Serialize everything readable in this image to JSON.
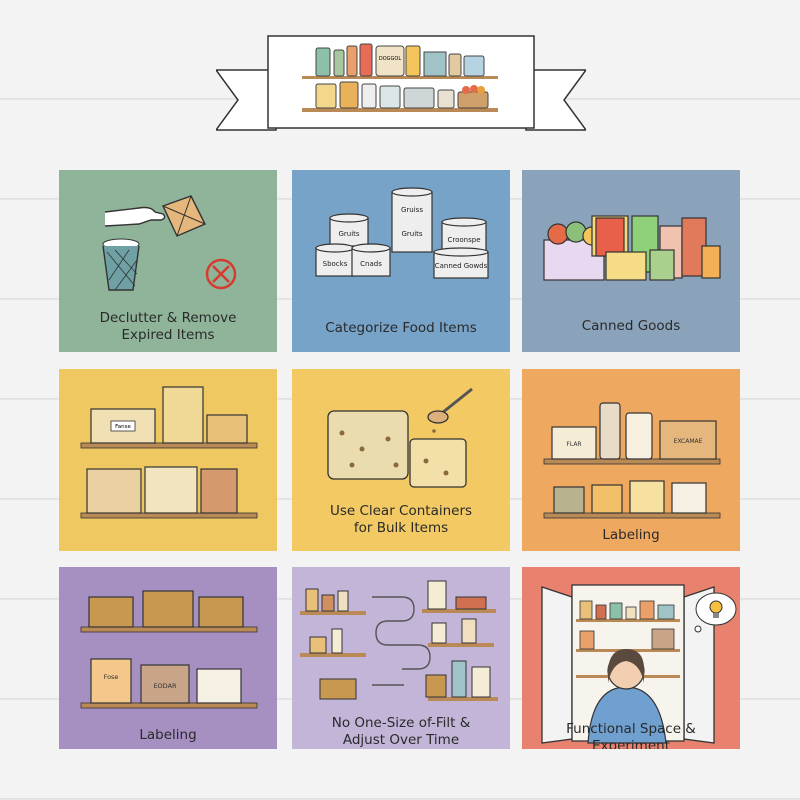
{
  "tiles": [
    {
      "caption": "Declutter & Remove\nExpired Items",
      "bg": "#8fb49a"
    },
    {
      "caption": "Categorize Food Items",
      "bg": "#76a3c7",
      "can_labels": [
        "Gruits",
        "Gruiss",
        "Gruits",
        "Croonspe",
        "Sbocks",
        "Cnads",
        "Canned Gowds"
      ]
    },
    {
      "caption": "Canned Goods",
      "bg": "#8aa3bb"
    },
    {
      "caption": "",
      "bg": "#f0c862",
      "jar_label": "Fanse"
    },
    {
      "caption": "Use Clear Containers\nfor Bulk Items",
      "bg": "#f3c963"
    },
    {
      "caption": "Labeling",
      "bg": "#efa85f",
      "labels": [
        "FLAR",
        "EXCAMAE"
      ]
    },
    {
      "caption": "Labeling",
      "bg": "#a690c2",
      "labels": [
        "Fose",
        "EODAR"
      ]
    },
    {
      "caption": "No One-Size of-Filt &\nAdjust Over Time",
      "bg": "#c2b5d8"
    },
    {
      "caption": "Functional Space & Experiment",
      "bg": "#e8826f"
    }
  ],
  "banner": {
    "jar_label": "DOGGOL"
  }
}
